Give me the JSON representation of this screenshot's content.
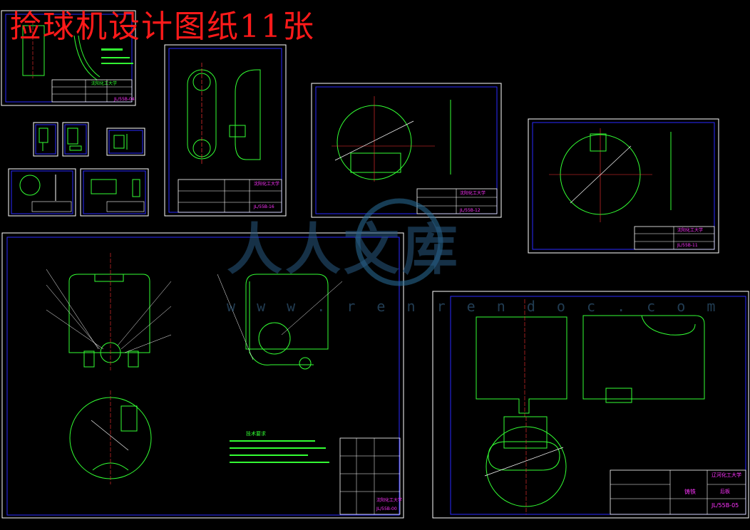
{
  "title": "捡球机设计图纸11张",
  "watermark": {
    "logo_text": "人人文库",
    "url": "w w w . r e n r e n d o c . c o m"
  },
  "sheets": [
    {
      "id": "s1",
      "school": "沈阳化工大学",
      "code": "JL/55B-04"
    },
    {
      "id": "s2",
      "school": "沈阳化工大学",
      "code": "JL/55B-16"
    },
    {
      "id": "s3",
      "school": "沈阳化工大学",
      "code": "JL/55B-12"
    },
    {
      "id": "s4",
      "school": "沈阳化工大学",
      "code": "JL/55B-11"
    },
    {
      "id": "s5",
      "school": "沈阳化工大学",
      "code": "JL/55B-00"
    },
    {
      "id": "s6",
      "school": "辽河化工大学",
      "code": "JL/55B-05"
    }
  ],
  "labels": {
    "sheet6_material": "铸铁",
    "sheet6_name": "后板",
    "sheet5_title": "技术要求"
  },
  "colors": {
    "border": "#ffffff",
    "frame_blue": "#2a2aff",
    "geometry": "#33ff33",
    "dims": "#ffff33",
    "centerline": "#ff3333",
    "text": "#ff33ff",
    "title": "#ff1a1a"
  }
}
